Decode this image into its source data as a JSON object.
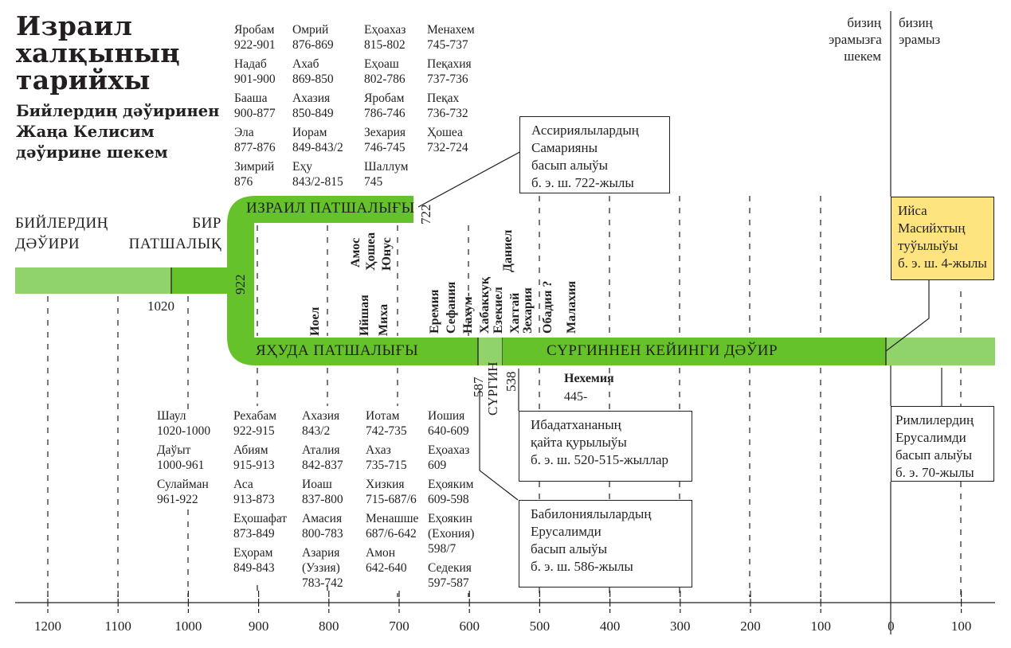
{
  "title": [
    "Израил",
    "халқының",
    "тарийхы"
  ],
  "subtitle": [
    "Бийлердиң дәўиринен",
    "Жаңа Келисим",
    "дәўирине шекем"
  ],
  "era_headers": {
    "bce": [
      "бизиң",
      "эрамызға",
      "шекем"
    ],
    "ce": [
      "бизиң",
      "эрамыз"
    ]
  },
  "eras": {
    "judges": [
      "БИЙЛЕРДИҢ",
      "ДӘЎИРИ"
    ],
    "united": [
      "БИР",
      "ПАТШАЛЫҚ"
    ],
    "israel": "ИЗРАИЛ ПАТШАЛЫҒЫ",
    "judah": "ЯҲУДА ПАТШАЛЫҒЫ",
    "exile": "СҮРГИН",
    "post_exile": "СҮРГИННЕН КЕЙИНГИ ДӘЎИР"
  },
  "colors": {
    "green_dark": "#65c22b",
    "green_light": "#90d36a",
    "yellow": "#fde47f",
    "text": "#231f20"
  },
  "markers": {
    "y1020": "1020",
    "y922": "922",
    "y722": "722",
    "y587": "587",
    "y538": "538"
  },
  "israel_kings": [
    {
      "name": "Яробам",
      "years": "922-901"
    },
    {
      "name": "Надаб",
      "years": "901-900"
    },
    {
      "name": "Бааша",
      "years": "900-877"
    },
    {
      "name": "Эла",
      "years": "877-876"
    },
    {
      "name": "Зимрий",
      "years": "876"
    },
    {
      "name": "Омрий",
      "years": "876-869"
    },
    {
      "name": "Ахаб",
      "years": "869-850"
    },
    {
      "name": "Ахазия",
      "years": "850-849"
    },
    {
      "name": "Иорам",
      "years": "849-843/2"
    },
    {
      "name": "Еҳу",
      "years": "843/2-815"
    },
    {
      "name": "Еҳоахаз",
      "years": "815-802"
    },
    {
      "name": "Еҳоаш",
      "years": "802-786"
    },
    {
      "name": "Яробам",
      "years": "786-746"
    },
    {
      "name": "Зехария",
      "years": "746-745"
    },
    {
      "name": "Шаллум",
      "years": "745"
    },
    {
      "name": "Менахем",
      "years": "745-737"
    },
    {
      "name": "Пеқахия",
      "years": "737-736"
    },
    {
      "name": "Пеқах",
      "years": "736-732"
    },
    {
      "name": "Ҳошеа",
      "years": "732-724"
    }
  ],
  "united_kings": [
    {
      "name": "Шаул",
      "years": "1020-1000"
    },
    {
      "name": "Даўыт",
      "years": "1000-961"
    },
    {
      "name": "Сулайман",
      "years": "961-922"
    }
  ],
  "judah_kings": [
    {
      "name": "Рехабам",
      "years": "922-915"
    },
    {
      "name": "Абиям",
      "years": "915-913"
    },
    {
      "name": "Аса",
      "years": "913-873"
    },
    {
      "name": "Еҳошафат",
      "years": "873-849"
    },
    {
      "name": "Еҳорам",
      "years": "849-843"
    },
    {
      "name": "Ахазия",
      "years": "843/2"
    },
    {
      "name": "Аталия",
      "years": "842-837"
    },
    {
      "name": "Иоаш",
      "years": "837-800"
    },
    {
      "name": "Амасия",
      "years": "800-783"
    },
    {
      "name": "Азария",
      "years": "(Уззия)",
      "years2": "783-742"
    },
    {
      "name": "Иотам",
      "years": "742-735"
    },
    {
      "name": "Ахаз",
      "years": "735-715"
    },
    {
      "name": "Хизкия",
      "years": "715-687/6"
    },
    {
      "name": "Менашше",
      "years": "687/6-642"
    },
    {
      "name": "Амон",
      "years": "642-640"
    },
    {
      "name": "Иошия",
      "years": "640-609"
    },
    {
      "name": "Еҳоахаз",
      "years": "609"
    },
    {
      "name": "Еҳояким",
      "years": "609-598"
    },
    {
      "name": "Еҳоякин",
      "years": "(Ехония)",
      "years2": "598/7"
    },
    {
      "name": "Седекия",
      "years": "597-587"
    }
  ],
  "prophets": {
    "joel": "Иоел",
    "isaiah": "Ийшая",
    "amos": "Амос",
    "micah": "Миха",
    "hosea": "Ҳошеа",
    "jonah": "Юнус",
    "jeremiah": "Еремия",
    "zephaniah": "Сефания",
    "nahum": "Нахум-",
    "habakkuk": "Хабаккуқ",
    "ezekiel": "Езекиел",
    "daniel": "Даниел",
    "haggai": "Хаггай",
    "zechariah": "Зехария",
    "obadiah": "Обадия ?",
    "malachi": "Малахия",
    "nehemiah": "Нехемия",
    "nehemiah_year": "445-"
  },
  "callouts": {
    "assyria": [
      "Ассириялылардың",
      "Самарияны",
      "басып алыўы",
      "б. э. ш. 722-жылы"
    ],
    "temple": [
      "Ибадатхананың",
      "қайта қурылыўы",
      "б. э. ш. 520-515-жыллар"
    ],
    "babylon": [
      "Бабилониялылардың",
      "Ерусалимди",
      "басып алыўы",
      "б. э. ш. 586-жылы"
    ],
    "jesus": [
      "Ийса",
      "Масийхтың",
      "туўылыўы",
      "б. э. ш. 4-жылы"
    ],
    "rome": [
      "Римлилердиң",
      "Ерусалимди",
      "басып алыўы",
      "б. э. 70-жылы"
    ]
  },
  "axis": {
    "ticks": [
      "1200",
      "1100",
      "1000",
      "900",
      "800",
      "700",
      "600",
      "500",
      "400",
      "300",
      "200",
      "100",
      "0",
      "100"
    ]
  }
}
